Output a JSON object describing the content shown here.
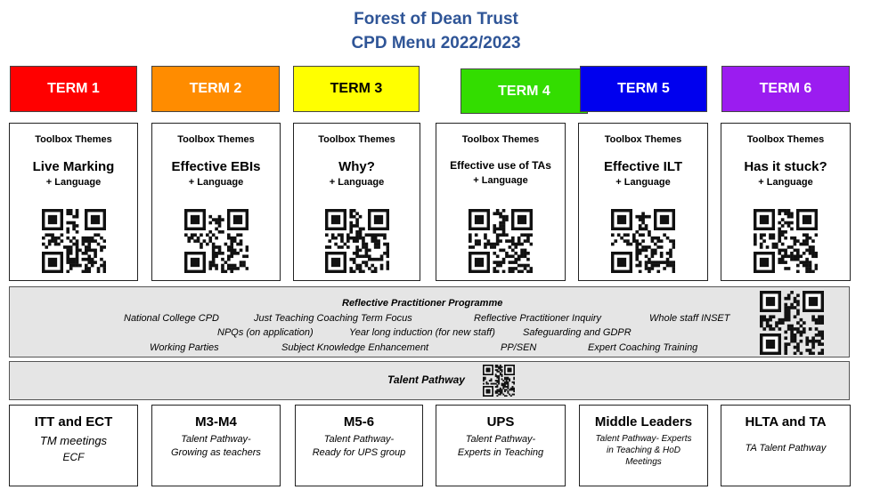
{
  "header": {
    "title_line1": "Forest of Dean Trust",
    "title_line2": "CPD Menu 2022/2023"
  },
  "terms": [
    {
      "label": "TERM 1",
      "color": "#ff0000",
      "text_color": "#ffffff"
    },
    {
      "label": "TERM 2",
      "color": "#ff8c00",
      "text_color": "#ffffff"
    },
    {
      "label": "TERM 3",
      "color": "#ffff00",
      "text_color": "#000000"
    },
    {
      "label": "TERM 4",
      "color": "#33dd00",
      "text_color": "#ffffff"
    },
    {
      "label": "TERM 5",
      "color": "#0000ee",
      "text_color": "#ffffff"
    },
    {
      "label": "TERM 6",
      "color": "#9b1cf0",
      "text_color": "#ffffff"
    }
  ],
  "toolbox": [
    {
      "heading": "Toolbox Themes",
      "theme": "Live Marking",
      "sub": "+ Language",
      "qr_icon": "qr-code-icon"
    },
    {
      "heading": "Toolbox Themes",
      "theme": "Effective EBIs",
      "sub": "+ Language",
      "qr_icon": "qr-code-icon"
    },
    {
      "heading": "Toolbox Themes",
      "theme": "Why?",
      "sub": "+ Language",
      "qr_icon": "qr-code-icon"
    },
    {
      "heading": "Toolbox Themes",
      "theme": "Effective use of TAs",
      "sub": "+ Language",
      "qr_icon": "qr-code-icon"
    },
    {
      "heading": "Toolbox Themes",
      "theme": "Effective ILT",
      "sub": "+ Language",
      "qr_icon": "qr-code-icon"
    },
    {
      "heading": "Toolbox Themes",
      "theme": "Has it stuck?",
      "sub": "+ Language",
      "qr_icon": "qr-code-icon"
    }
  ],
  "reflective": {
    "title": "Reflective Practitioner Programme",
    "items": {
      "national_college": "National College CPD",
      "just_teaching": "Just Teaching Coaching Term Focus",
      "rp_inquiry": "Reflective Practitioner Inquiry",
      "inset": "Whole staff INSET",
      "npqs": "NPQs (on application)",
      "induction": "Year long induction (for new staff)",
      "safeguarding": "Safeguarding and GDPR",
      "working_parties": "Working Parties",
      "ske": "Subject Knowledge Enhancement",
      "ppsen": "PP/SEN",
      "coaching": "Expert Coaching Training"
    }
  },
  "talent": {
    "title": "Talent Pathway"
  },
  "pathways": [
    {
      "name": "ITT and ECT",
      "desc_line1": "TM meetings",
      "desc_line2": "ECF"
    },
    {
      "name": "M3-M4",
      "desc_line1": "Talent Pathway-",
      "desc_line2": "Growing as teachers"
    },
    {
      "name": "M5-6",
      "desc_line1": "Talent Pathway-",
      "desc_line2": "Ready for UPS group"
    },
    {
      "name": "UPS",
      "desc_line1": "Talent Pathway-",
      "desc_line2": "Experts in Teaching"
    },
    {
      "name": "Middle Leaders",
      "desc_line1": "Talent Pathway- Experts",
      "desc_line2": "in Teaching & HoD",
      "desc_line3": "Meetings"
    },
    {
      "name": "HLTA and TA",
      "desc_line1": "TA Talent Pathway"
    }
  ]
}
